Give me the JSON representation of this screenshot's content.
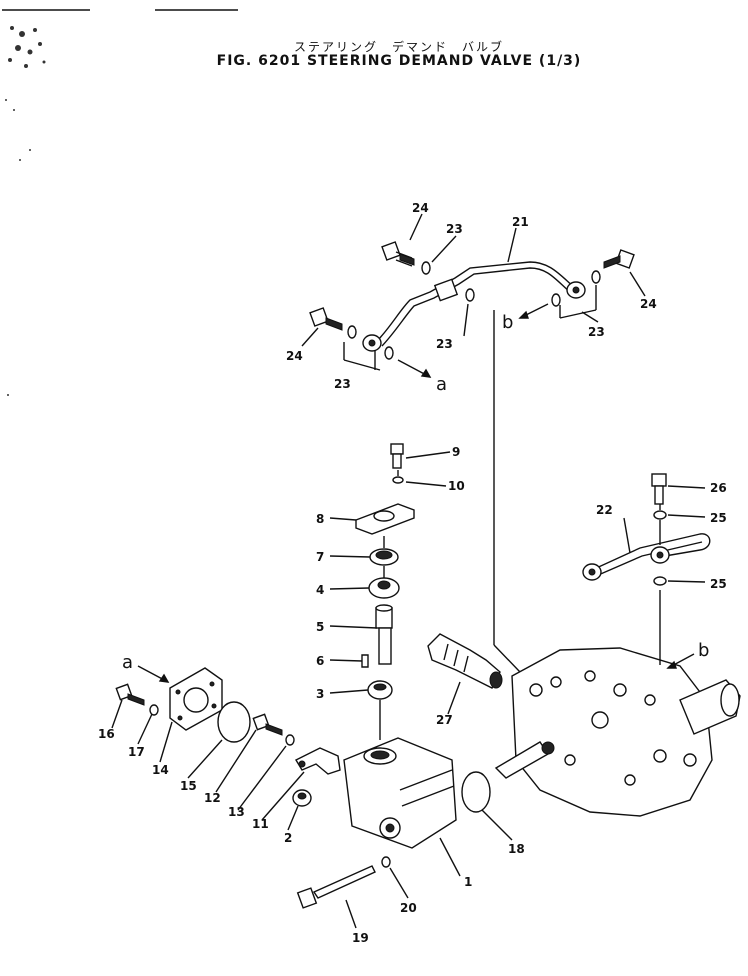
{
  "title": {
    "japanese": "ステアリング　デマンド　バルブ",
    "english": "FIG. 6201  STEERING DEMAND VALVE (1/3)"
  },
  "callouts": [
    "1",
    "2",
    "3",
    "4",
    "5",
    "6",
    "7",
    "8",
    "9",
    "10",
    "11",
    "12",
    "13",
    "14",
    "15",
    "16",
    "17",
    "18",
    "19",
    "20",
    "21",
    "22",
    "23",
    "24",
    "25",
    "26",
    "27"
  ],
  "refs": {
    "a": "a",
    "b": "b"
  }
}
